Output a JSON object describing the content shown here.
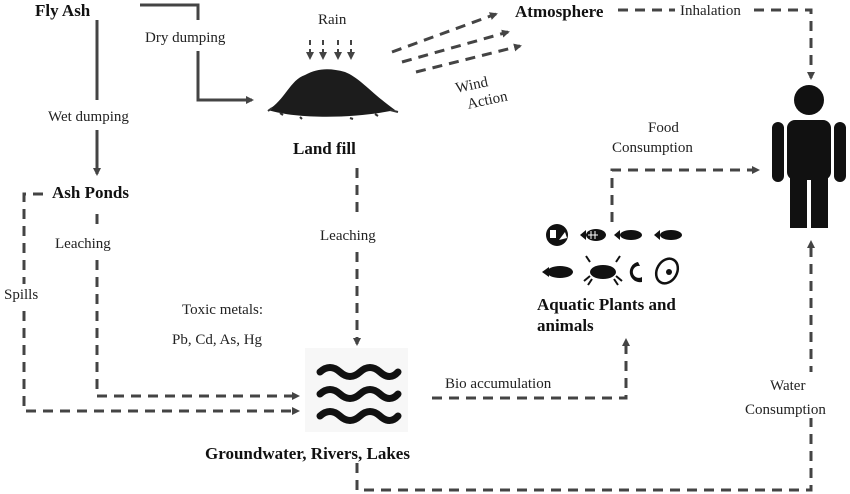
{
  "nodes": {
    "fly_ash": "Fly Ash",
    "land_fill": "Land fill",
    "ash_ponds": "Ash Ponds",
    "atmosphere": "Atmosphere",
    "water_bodies": "Groundwater, Rivers, Lakes",
    "aquatic_line1": "Aquatic Plants and",
    "aquatic_line2": "animals"
  },
  "edges": {
    "dry_dumping": "Dry dumping",
    "wet_dumping": "Wet dumping",
    "rain": "Rain",
    "wind_line1": "Wind",
    "wind_line2": "Action",
    "inhalation": "Inhalation",
    "spills": "Spills",
    "leaching_ponds": "Leaching",
    "leaching_landfill": "Leaching",
    "bio_accumulation": "Bio accumulation",
    "food_line1": "Food",
    "food_line2": "Consumption",
    "water_line1": "Water",
    "water_line2": "Consumption"
  },
  "toxic": {
    "title": "Toxic metals:",
    "metals": "Pb, Cd, As, Hg"
  },
  "icons": [
    "landfill-mound-icon",
    "waves-icon",
    "person-icon",
    "plant-icon",
    "fish-skeleton-icon",
    "fish-icon",
    "crab-icon",
    "shrimp-icon",
    "oyster-icon"
  ]
}
